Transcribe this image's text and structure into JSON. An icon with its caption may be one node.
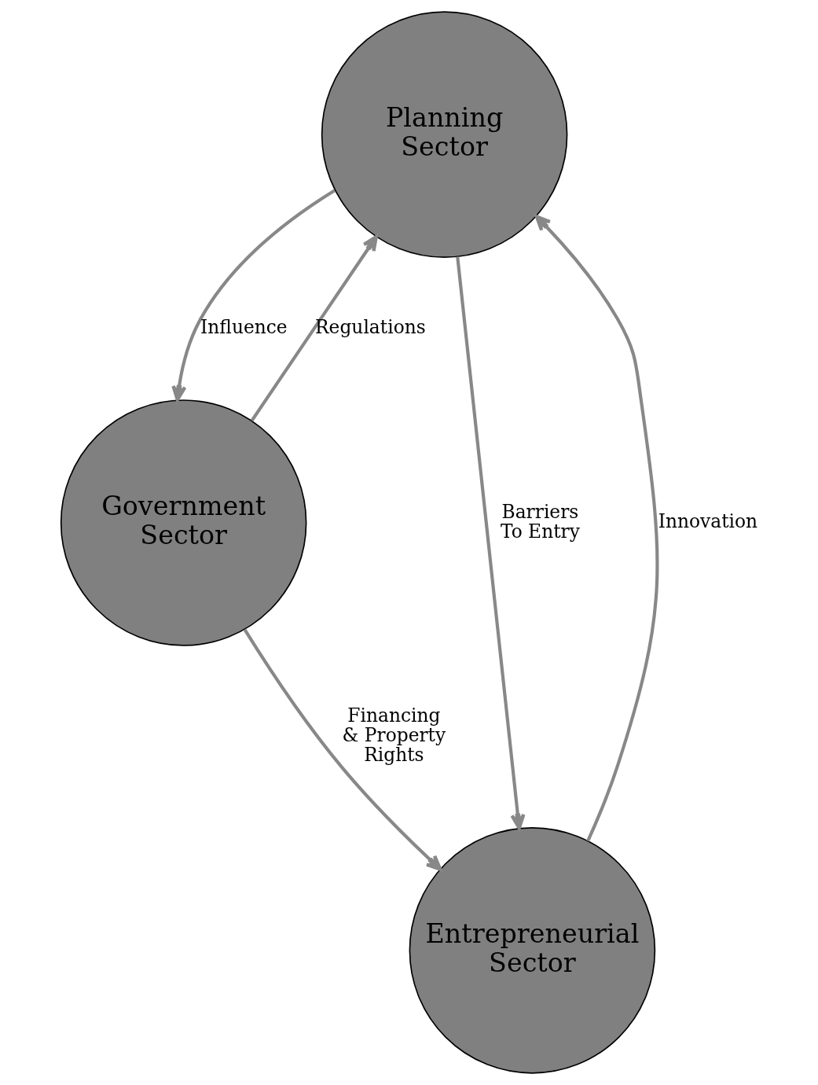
{
  "diagram": {
    "nodes": [
      {
        "text": [
          "Planning Sector"
        ]
      },
      {
        "text": [
          "Government Sector"
        ]
      },
      {
        "text": [
          "Entrepreneurial Sector"
        ]
      }
    ],
    "edges": [
      {
        "from": 1,
        "to": 0,
        "arrow": "to",
        "label": "Regulations"
      },
      {
        "from": 0,
        "to": 1,
        "arrow": "to",
        "label": "Influence"
      },
      {
        "from": 2,
        "to": 0,
        "arrow": "to",
        "label": "Innovation"
      },
      {
        "from": 0,
        "to": 2,
        "arrow": "to",
        "label": "Barriers To Entry"
      },
      {
        "from": 1,
        "to": 2,
        "arrow": "to",
        "label": "Financing & Property Rights"
      }
    ]
  }
}
